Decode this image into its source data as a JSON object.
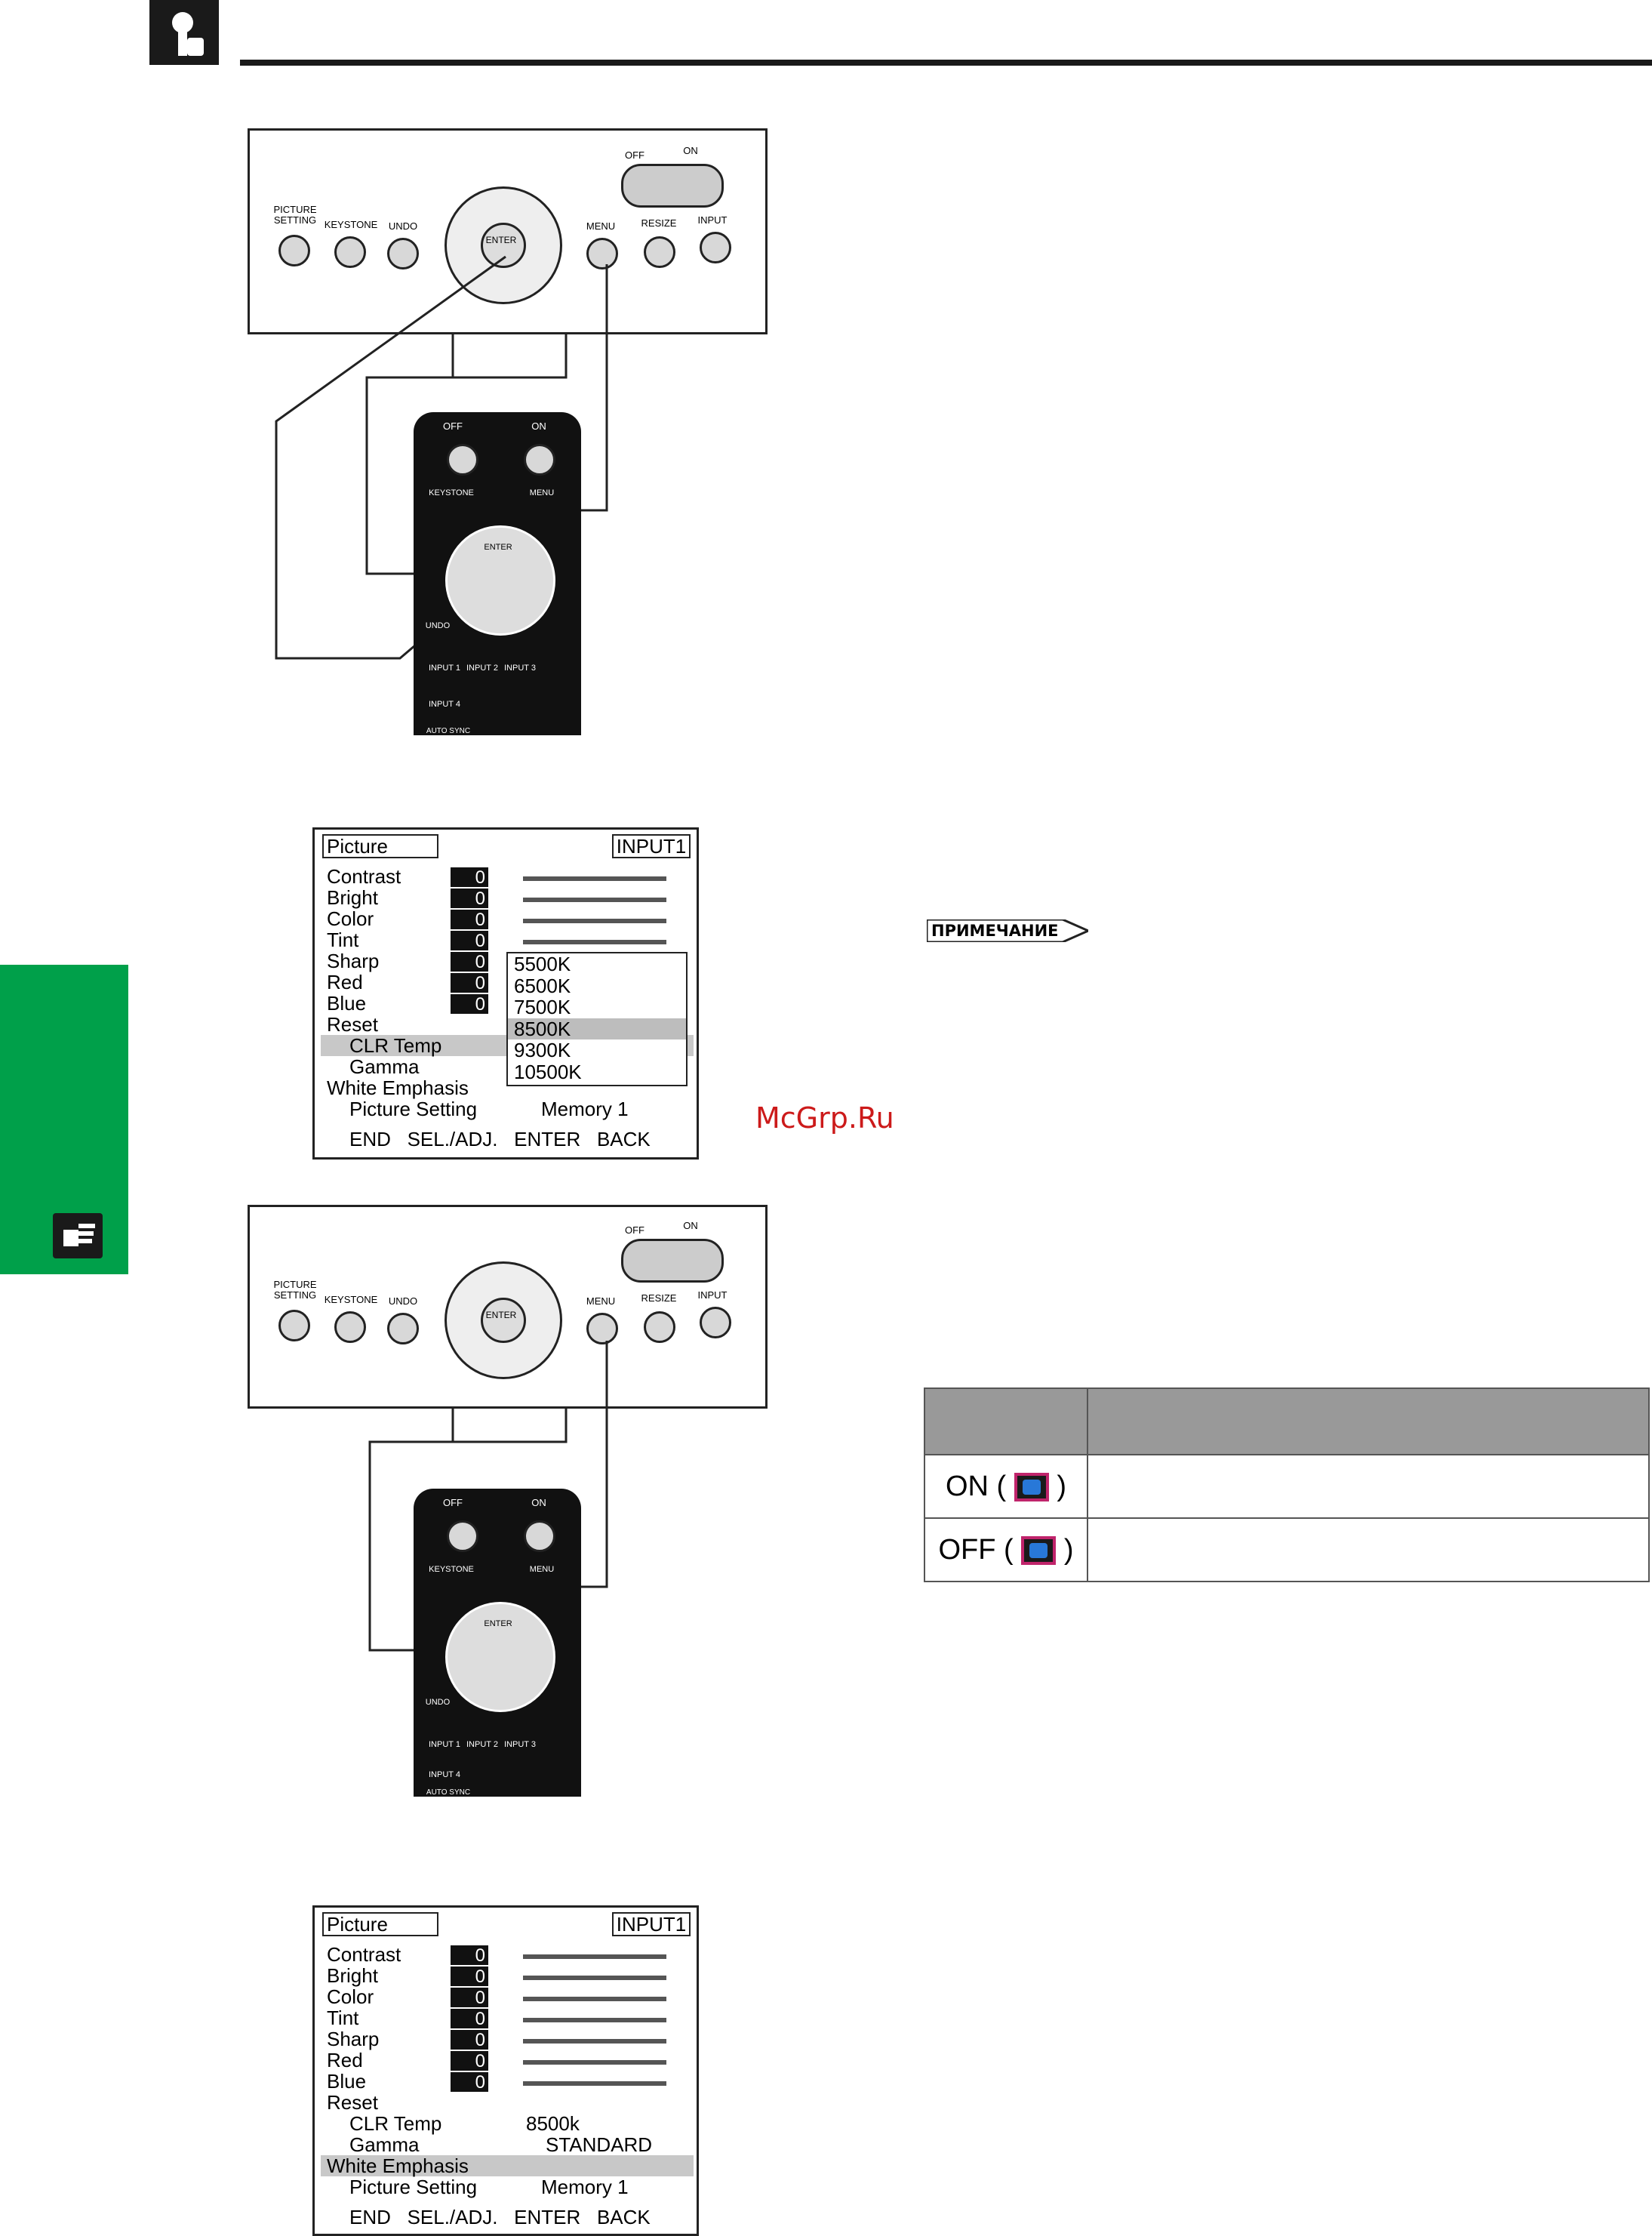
{
  "header": {
    "icon": "pointing-hand-icon",
    "side_icon": "pointing-hand-icon",
    "side_color": "#00a04a"
  },
  "projector_panel": {
    "picture_setting": "PICTURE\nSETTING",
    "keystone": "KEYSTONE",
    "undo": "UNDO",
    "enter": "ENTER",
    "menu": "MENU",
    "resize": "RESIZE",
    "input": "INPUT",
    "off": "OFF",
    "on": "ON"
  },
  "remote": {
    "off": "OFF",
    "on": "ON",
    "keystone": "KEYSTONE",
    "menu": "MENU",
    "enter": "ENTER",
    "undo": "UNDO",
    "input1": "INPUT 1",
    "input2": "INPUT 2",
    "input3": "INPUT 3",
    "input4": "INPUT 4",
    "auto_sync": "AUTO SYNC"
  },
  "osd1": {
    "tab": "Picture",
    "input": "INPUT1",
    "rows": [
      "Contrast",
      "Bright",
      "Color",
      "Tint",
      "Sharp",
      "Red",
      "Blue",
      "Reset",
      "CLR Temp",
      "Gamma",
      "White Emphasis",
      "Picture Setting"
    ],
    "values": [
      "0",
      "0",
      "0",
      "0",
      "0",
      "0",
      "0"
    ],
    "memory": "Memory 1",
    "dropdown": [
      "5500K",
      "6500K",
      "7500K",
      "8500K",
      "9300K",
      "10500K"
    ],
    "dropdown_selected": "8500K",
    "footer": "END   SEL./ADJ.   ENTER   BACK"
  },
  "osd2": {
    "tab": "Picture",
    "input": "INPUT1",
    "rows": [
      "Contrast",
      "Bright",
      "Color",
      "Tint",
      "Sharp",
      "Red",
      "Blue",
      "Reset",
      "CLR Temp",
      "Gamma",
      "White Emphasis",
      "Picture Setting"
    ],
    "values": [
      "0",
      "0",
      "0",
      "0",
      "0",
      "0",
      "0"
    ],
    "clr_temp": "8500k",
    "gamma": "STANDARD",
    "memory": "Memory 1",
    "footer": "END   SEL./ADJ.   ENTER   BACK"
  },
  "note_label": "ПРИМЕЧАНИЕ",
  "watermark": "McGrp.Ru",
  "table": {
    "header": [
      "",
      ""
    ],
    "rows": [
      {
        "label": "ON (",
        "close": ")",
        "desc": ""
      },
      {
        "label": "OFF (",
        "close": ")",
        "desc": ""
      }
    ]
  }
}
